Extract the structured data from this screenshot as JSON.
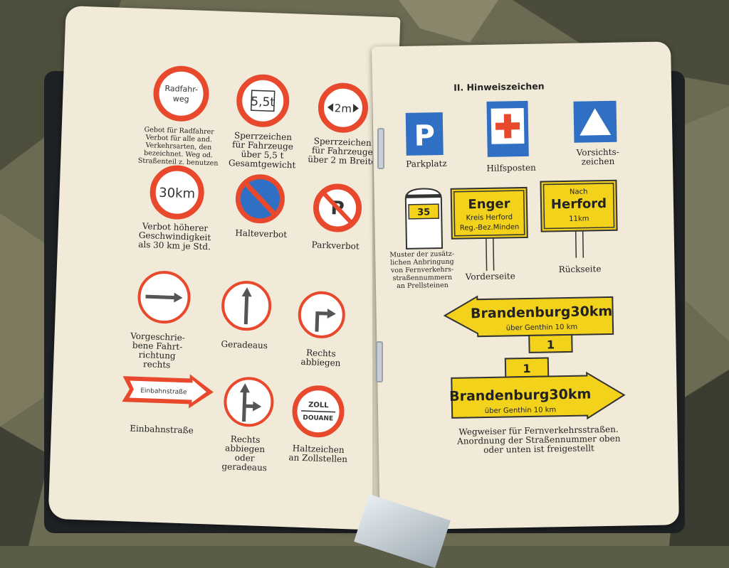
{
  "left_page": {
    "signs": [
      {
        "label": "Radfahr-\nweg",
        "caption": "Gebot für Radfahrer\nVerbot für alle and.\nVerkehrsarten, den\nbezeichnet. Weg od.\nStraßenteil z. benutzen"
      },
      {
        "label": "5,5t",
        "caption": "Sperrzeichen\nfür Fahrzeuge\nüber 5,5 t\nGesamtgewicht"
      },
      {
        "label": "2m",
        "caption": "Sperrzeichen\nfür Fahrzeuge\nüber 2 m Breite"
      },
      {
        "label": "30km",
        "caption": "Verbot höherer\nGeschwindigkeit\nals 30 km je Std."
      },
      {
        "label": "",
        "caption": "Halteverbot"
      },
      {
        "label": "P",
        "caption": "Parkverbot"
      },
      {
        "label": "",
        "caption": "Vorgeschrie-\nbene Fahrt-\nrichtung\nrechts"
      },
      {
        "label": "",
        "caption": "Geradeaus"
      },
      {
        "label": "",
        "caption": "Rechts\nabbiegen"
      },
      {
        "label": "Einbahnstraße",
        "caption": "Einbahnstraße"
      },
      {
        "label": "",
        "caption": "Rechts\nabbiegen\noder\ngeradeaus"
      },
      {
        "label_top": "ZOLL",
        "label_bottom": "DOUANE",
        "caption": "Haltzeichen\nan Zollstellen"
      }
    ]
  },
  "right_page": {
    "title": "II. Hinweiszeichen",
    "parkplatz": {
      "label": "P",
      "caption": "Parkplatz"
    },
    "hilfsposten": {
      "caption": "Hilfsposten"
    },
    "vorsicht": {
      "caption": "Vorsichts-\nzeichen"
    },
    "prellstein": {
      "number": "35",
      "caption": "Muster der zusätz-\nlichen Anbringung\nvon Fernverkehrs-\nstraßennummern\nan Prellsteinen"
    },
    "front_sign": {
      "town": "Enger",
      "line2": "Kreis Herford",
      "line3": "Reg.-Bez.Minden",
      "caption": "Vorderseite"
    },
    "back_sign": {
      "line1": "Nach",
      "town": "Herford",
      "dist": "11km",
      "caption": "Rückseite"
    },
    "arrow1": {
      "town": "Brandenburg30km",
      "via": "über Genthin 10 km",
      "number": "1"
    },
    "arrow2": {
      "town": "Brandenburg30km",
      "via": "über Genthin 10 km",
      "number": "1"
    },
    "footer": "Wegweiser für Fernverkehrsstraßen.\nAnordnung der Straßennummer oben\noder unten ist freigestellt"
  },
  "colors": {
    "sign_red": "#e8492c",
    "sign_blue": "#2f6fc4",
    "sign_yellow": "#f3d21c",
    "paper": "#f1ead8"
  }
}
